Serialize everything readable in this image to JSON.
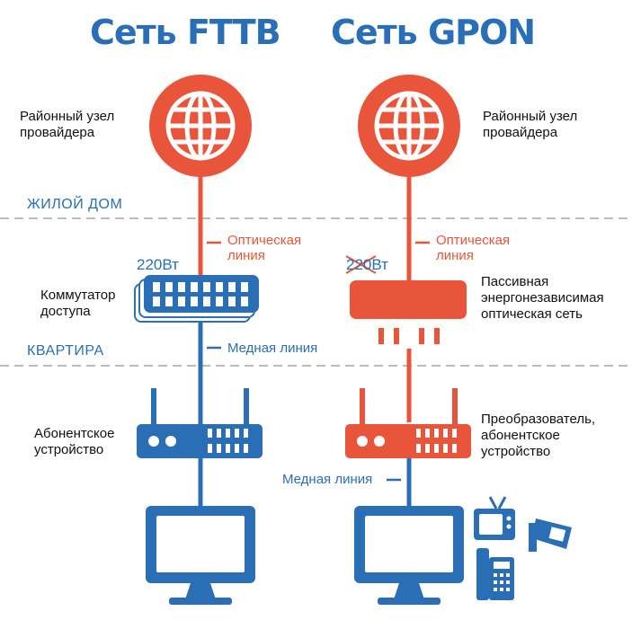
{
  "titles": {
    "fttb": "Сеть FTTB",
    "gpon": "Сеть GPON"
  },
  "zones": {
    "house": "ЖИЛОЙ ДОМ",
    "apartment": "КВАРТИРА"
  },
  "fttb": {
    "node_label_1": "Районный узел",
    "node_label_2": "провайдера",
    "optical_1": "Оптическая",
    "optical_2": "линия",
    "power": "220Вт",
    "switch_label_1": "Коммутатор",
    "switch_label_2": "доступа",
    "copper_line": "Медная линия",
    "device_label_1": "Абонентское",
    "device_label_2": "устройство"
  },
  "gpon": {
    "node_label_1": "Районный узел",
    "node_label_2": "провайдера",
    "optical_1": "Оптическая",
    "optical_2": "линия",
    "power": "220Вт",
    "passive_label_1": "Пассивная",
    "passive_label_2": "энергонезависимая",
    "passive_label_3": "оптическая сеть",
    "converter_label_1": "Преобразователь,",
    "converter_label_2": "абонентское",
    "converter_label_3": "устройство",
    "copper_line": "Медная линия"
  },
  "colors": {
    "blue": "#2a6fb6",
    "orange": "#e8553a",
    "gray": "#bbbbbb"
  },
  "icons": [
    "globe-icon",
    "switch-icon",
    "splitter-icon",
    "router-icon",
    "monitor-icon",
    "tv-icon",
    "camera-icon",
    "phone-icon"
  ]
}
